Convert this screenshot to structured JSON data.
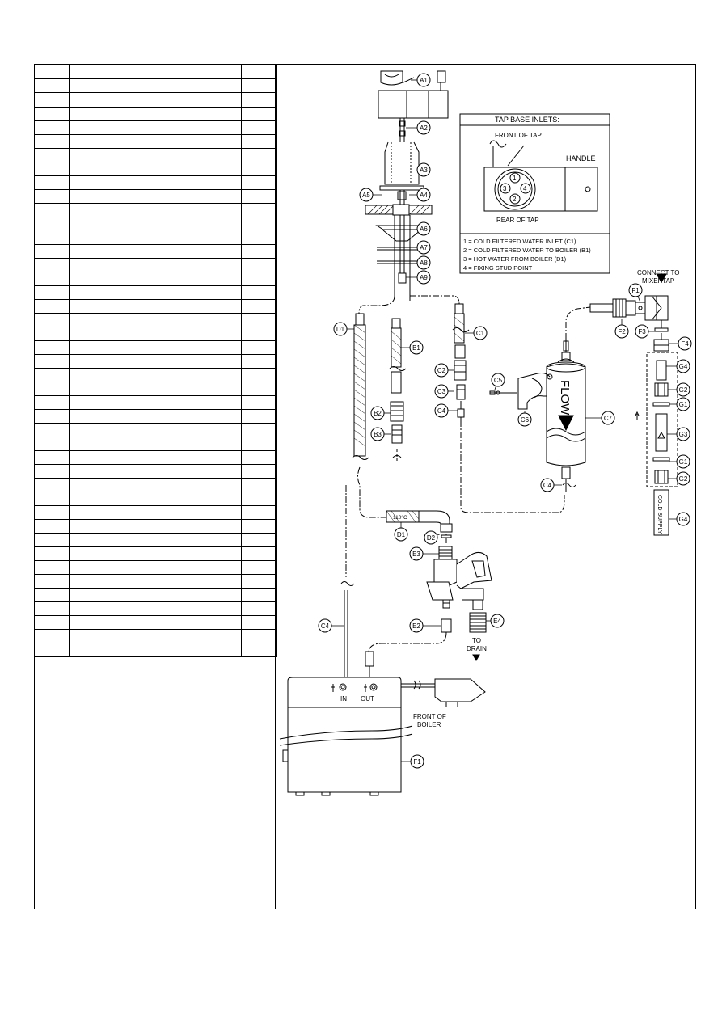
{
  "tap_base_box": {
    "title": "TAP BASE INLETS:",
    "front_label": "FRONT OF TAP",
    "handle_label": "HANDLE",
    "rear_label": "REAR OF TAP",
    "port_numbers": [
      "1",
      "2",
      "3",
      "4"
    ],
    "legend": [
      "1 = COLD FILTERED WATER INLET (C1)",
      "2 = COLD FILTERED WATER TO BOILER (B1)",
      "3 = HOT WATER FROM BOILER (D1)",
      "4 = FIXING STUD POINT"
    ]
  },
  "callouts": {
    "A1": "A1",
    "A2": "A2",
    "A3": "A3",
    "A4": "A4",
    "A5": "A5",
    "A6": "A6",
    "A7": "A7",
    "A8": "A8",
    "A9": "A9",
    "B1": "B1",
    "B2": "B2",
    "B3": "B3",
    "C1": "C1",
    "C2": "C2",
    "C3": "C3",
    "C4a": "C4",
    "C4b": "C4",
    "C4c": "C4",
    "C5": "C5",
    "C6": "C6",
    "C7": "C7",
    "D1a": "D1",
    "D1b": "D1",
    "D2": "D2",
    "E2": "E2",
    "E3": "E3",
    "E4": "E4",
    "F1a": "F1",
    "F1b": "F1",
    "F2": "F2",
    "F3": "F3",
    "F4": "F4",
    "G1a": "G1",
    "G1b": "G1",
    "G2a": "G2",
    "G2b": "G2",
    "G3": "G3",
    "G4a": "G4",
    "G4b": "G4"
  },
  "labels": {
    "connect_to": "CONNECT TO",
    "mixertap": "MIXERTAP",
    "flow": "FLOW",
    "temp": "110°C",
    "to": "TO",
    "drain": "DRAIN",
    "cold_supply": "COLD SUPPLY",
    "in": "IN",
    "out": "OUT",
    "front_of": "FRONT OF",
    "boiler": "BOILER"
  },
  "parts_table_rows": 38
}
